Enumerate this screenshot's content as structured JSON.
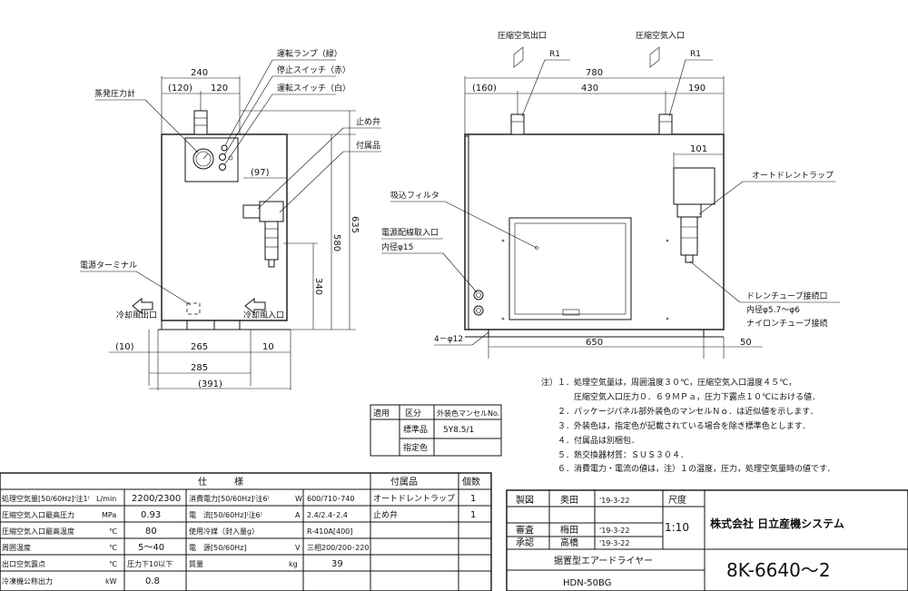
{
  "left_view": {
    "labels": {
      "gauge": "蒸発圧力計",
      "lamp": "運転ランプ（緑）",
      "stop_switch": "停止スイッチ（赤）",
      "run_switch": "運転スイッチ（白）",
      "check_valve": "止め弁",
      "accessory": "付属品",
      "power_terminal": "電源ターミナル",
      "cool_out": "冷却風出口",
      "cool_in": "冷却風入口"
    },
    "dims": {
      "w240": "240",
      "w120a": "(120)",
      "w120b": "120",
      "d97": "(97)",
      "h580": "580",
      "h635": "635",
      "h340": "340",
      "d10a": "(10)",
      "d265": "265",
      "d10b": "10",
      "d285": "285",
      "d391": "(391)"
    }
  },
  "right_view": {
    "labels": {
      "air_out": "圧縮空気出口",
      "air_in": "圧縮空気入口",
      "r1a": "R1",
      "r1b": "R1",
      "filter": "吸込フィルタ",
      "cable_entry": "電源配線取入口",
      "cable_dia": "内径φ15",
      "auto_drain": "オートドレントラップ",
      "drain_tube": "ドレンチューブ接続口",
      "drain_dia": "内径φ5.7～φ6",
      "nylon_tube": "ナイロンチューブ接続",
      "holes": "4－φ12"
    },
    "dims": {
      "w780": "780",
      "d160": "(160)",
      "d430": "430",
      "d190": "190",
      "d101": "101",
      "d650": "650",
      "d50": "50"
    }
  },
  "notes": [
    "注）１．処理空気量は，周囲温度３０℃，圧縮空気入口温度４５℃，",
    "　　　　圧縮空気入口圧力０．６９ＭＰａ，圧力下露点１０℃における値．",
    "　　２．パッケージパネル部外装色のマンセルＮｏ．は近似値を示します．",
    "　　３．外装色は，指定色が記載されている場合を除き標準色とします．",
    "　　４．付属品は別梱包．",
    "　　５．熱交換器材質：ＳＵＳ３０４．",
    "　　６．消費電力・電流の値は，注）１の温度，圧力，処理空気量時の値です．"
  ],
  "color_table": {
    "headers": [
      "適用",
      "区分",
      "外装色マンセルNo."
    ],
    "rows": [
      [
        "",
        "標準品",
        "5Y8.5/1"
      ],
      [
        "",
        "指定色",
        ""
      ]
    ]
  },
  "spec_table": {
    "header_spec": "仕　　　様",
    "header_accessory": "付属品",
    "header_qty": "個数",
    "left": [
      {
        "item": "処理空気量[50/60Hz]⁽注1⁾",
        "unit": "L/min",
        "value": "2200/2300"
      },
      {
        "item": "圧縮空気入口最高圧力",
        "unit": "MPa",
        "value": "0.93"
      },
      {
        "item": "圧縮空気入口最高温度",
        "unit": "℃",
        "value": "80"
      },
      {
        "item": "周囲温度",
        "unit": "℃",
        "value": "5～40"
      },
      {
        "item": "出口空気露点",
        "unit": "℃",
        "value": "圧力下10以下"
      },
      {
        "item": "冷凍機公称出力",
        "unit": "kW",
        "value": "0.8"
      }
    ],
    "right": [
      {
        "item": "消費電力[50/60Hz]⁽注6⁾",
        "unit": "W",
        "value": "600/710･740"
      },
      {
        "item": "電　流[50/60Hz]⁽注6⁾",
        "unit": "A",
        "value": "2.4/2.4･2.4"
      },
      {
        "item": "使用冷媒（封入量g）",
        "unit": "",
        "value": "R-410A[400]"
      },
      {
        "item": "電　源[50/60Hz]",
        "unit": "V",
        "value": "三相200/200･220"
      },
      {
        "item": "質量",
        "unit": "kg",
        "value": "39"
      },
      {
        "item": "",
        "unit": "",
        "value": ""
      }
    ],
    "accessories": [
      {
        "name": "オートドレントラップ",
        "qty": "1"
      },
      {
        "name": "止め弁",
        "qty": "1"
      }
    ]
  },
  "title_block": {
    "rows": [
      {
        "role": "製図",
        "name": "奥田",
        "date": "'19-3-22"
      },
      {
        "role": "審査",
        "name": "梅田",
        "date": "'19-3-22"
      },
      {
        "role": "承認",
        "name": "高橋",
        "date": "'19-3-22"
      }
    ],
    "scale_label": "尺度",
    "scale": "1:10",
    "company": "株式会社 日立産機システム",
    "product": "据置型エアードライヤー",
    "model": "HDN-50BG",
    "drawing_no": "8K-6640～2"
  }
}
